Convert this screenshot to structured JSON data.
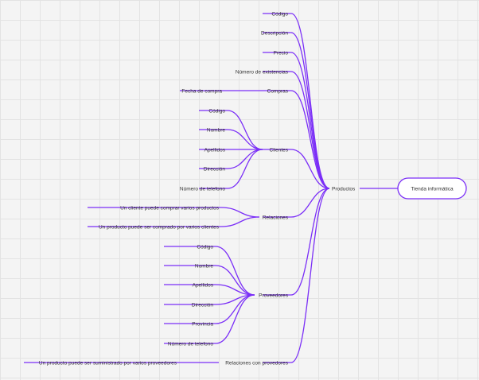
{
  "root": {
    "label": "Tienda informática"
  },
  "hub": {
    "label": "Productos"
  },
  "branches": {
    "codigo": "Código",
    "descripcion": "Descripción",
    "precio": "Precio",
    "existencias": "Número de existencias",
    "compras": "Compras",
    "clientes": "Clientes",
    "relaciones": "Relaciones",
    "proveedores": "Proveedores",
    "rel_proveedores": "Relaciones con provedores"
  },
  "compras_children": [
    "Fecha de compra"
  ],
  "clientes_children": [
    "Código",
    "Nombre",
    "Apellidos",
    "Dirección",
    "Número de telefono"
  ],
  "relaciones_children": [
    "Un cliente puede comprar varios productos",
    "Un producto puede ser comprado por varios clientes"
  ],
  "proveedores_children": [
    "Código",
    "Nombre",
    "Apellidos",
    "Dirección",
    "Provincia",
    "Número de telefono"
  ],
  "rel_proveedores_children": [
    "Un producto puede ser suministrado por varios proveedores"
  ],
  "colors": {
    "line": "#7b2ff7",
    "text": "#333333",
    "grid": "#e3e3e3"
  }
}
